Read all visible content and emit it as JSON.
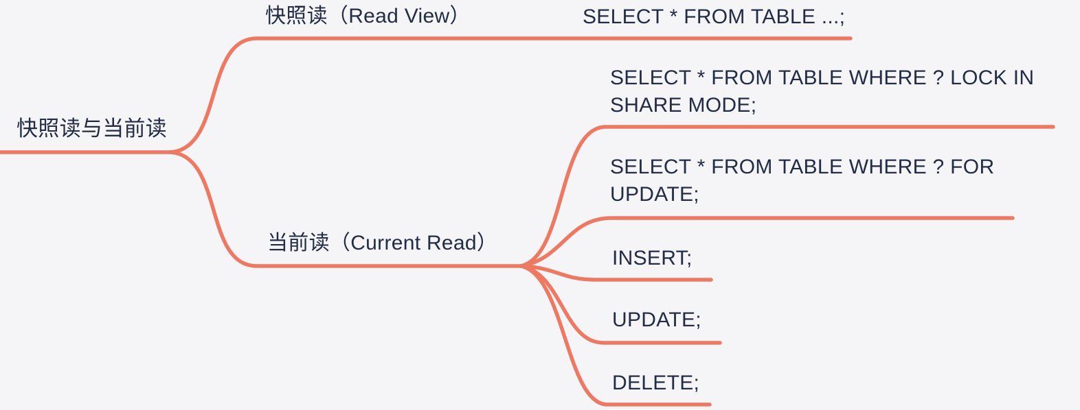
{
  "canvas": {
    "background_color": "#f5f5f7",
    "branch_line_color": "#ed7963",
    "text_color": "#222c44"
  },
  "mindmap": {
    "root": {
      "label": "快照读与当前读"
    },
    "branches": [
      {
        "label": "快照读（Read View）",
        "children": [
          {
            "label": "SELECT * FROM TABLE ...;"
          }
        ]
      },
      {
        "label": "当前读（Current Read）",
        "children": [
          {
            "label": "SELECT * FROM TABLE WHERE ? LOCK IN\nSHARE MODE;"
          },
          {
            "label": "SELECT * FROM TABLE WHERE ? FOR\nUPDATE;"
          },
          {
            "label": "INSERT;"
          },
          {
            "label": "UPDATE;"
          },
          {
            "label": "DELETE;"
          }
        ]
      }
    ]
  }
}
